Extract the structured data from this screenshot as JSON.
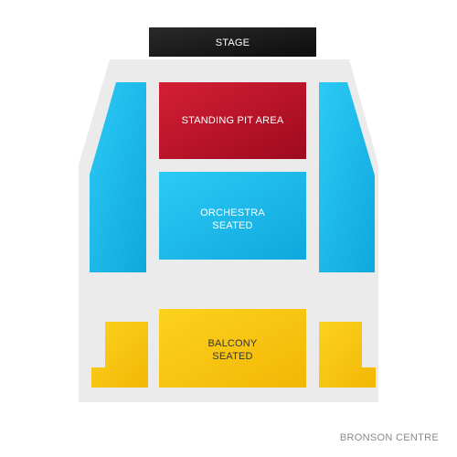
{
  "venue_name": "BRONSON CENTRE",
  "sections": {
    "stage": {
      "label": "STAGE",
      "color": "#1c1c1c"
    },
    "standing_pit": {
      "label": "STANDING PIT AREA",
      "color": "#c8102e"
    },
    "orchestra": {
      "label_line1": "ORCHESTRA",
      "label_line2": "SEATED",
      "color": "#1ab8ea"
    },
    "orchestra_side_left": {
      "color": "#1ab8ea"
    },
    "orchestra_side_right": {
      "color": "#1ab8ea"
    },
    "balcony": {
      "label_line1": "BALCONY",
      "label_line2": "SEATED",
      "color": "#f7c413"
    },
    "balcony_side_left": {
      "color": "#f7c413"
    },
    "balcony_side_right": {
      "color": "#f7c413"
    }
  },
  "floor_color": "#ebebeb"
}
